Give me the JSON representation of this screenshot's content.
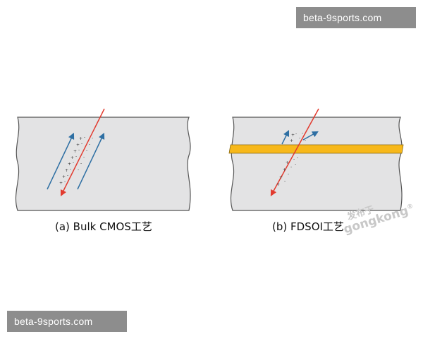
{
  "watermarks": {
    "top_right": "beta-9sports.com",
    "bottom_left": "beta-9sports.com",
    "overlay_cn": "发布于",
    "overlay_en": "gongkong",
    "overlay_mark": "®"
  },
  "panels": {
    "a": {
      "caption": "(a) Bulk CMOS工艺"
    },
    "b": {
      "caption": "(b) FDSOI工艺"
    }
  },
  "colors": {
    "substrate": "#e3e3e4",
    "substrate_edge": "#555555",
    "oxide_layer": "#f7b81a",
    "ion_track": "#e23a2e",
    "carrier_arrow": "#2e6fa3"
  }
}
